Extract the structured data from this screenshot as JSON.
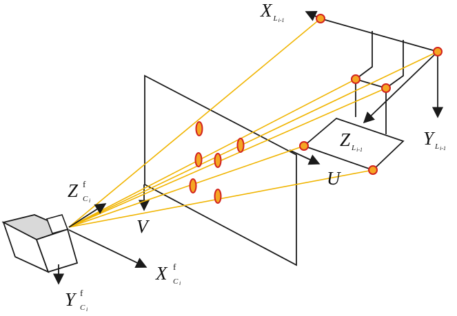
{
  "labels": {
    "x_lidar": {
      "main": "X",
      "sub1": "L",
      "sub2": "i-1"
    },
    "y_lidar": {
      "main": "Y",
      "sub1": "L",
      "sub2": "i-1"
    },
    "z_lidar": {
      "main": "Z",
      "sub1": "L",
      "sub2": "i-1"
    },
    "u_axis": "U",
    "v_axis": "V",
    "z_cam": {
      "main": "Z",
      "sup": "f",
      "sub1": "C",
      "sub2": "i"
    },
    "x_cam": {
      "main": "X",
      "sup": "f",
      "sub1": "C",
      "sub2": "i"
    },
    "y_cam": {
      "main": "Y",
      "sup": "f",
      "sub1": "C",
      "sub2": "i"
    }
  },
  "colors": {
    "ray": "#f0b400",
    "point_fill": "#f5a623",
    "point_stroke": "#d2231e",
    "line": "#1a1a1a",
    "camera_top": "#d9d9d9"
  }
}
